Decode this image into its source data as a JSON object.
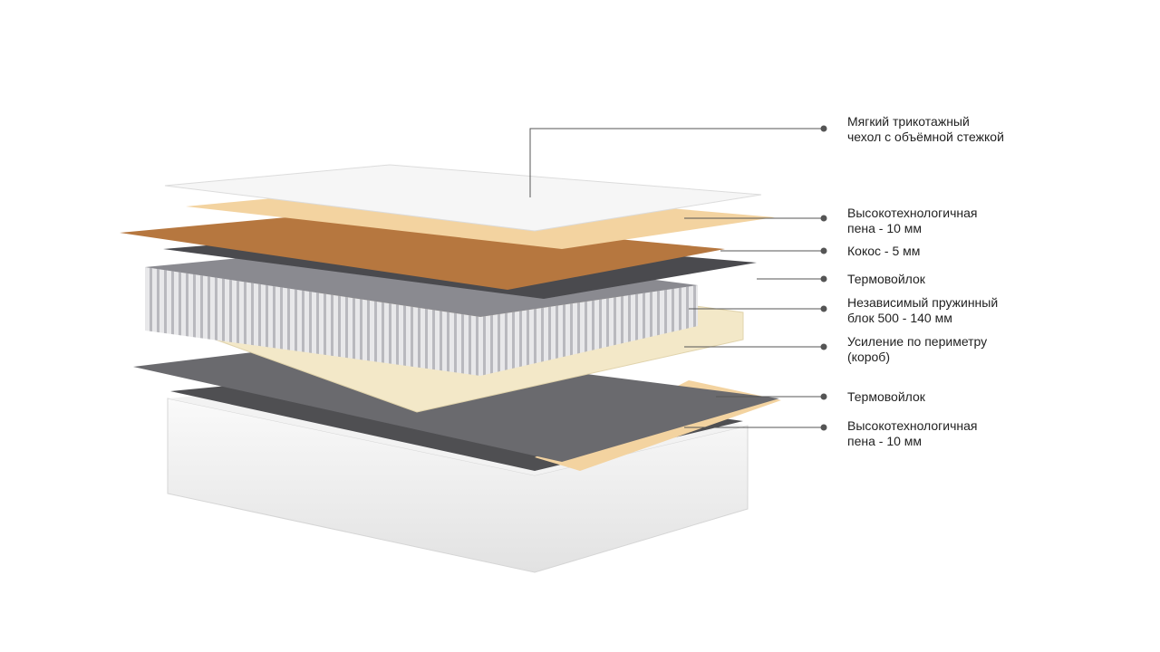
{
  "colors": {
    "cover": "#f4f4f4",
    "foam": "#f3d3a0",
    "coconut": "#b6773f",
    "felt": "#5e5e62",
    "spring": "#d9d9dc",
    "box": "#f3e8c8",
    "leader": "#555555"
  },
  "layers": [
    {
      "line1": "Мягкий трикотажный",
      "line2": "чехол с объёмной стежкой"
    },
    {
      "line1": "Высокотехнологичная",
      "line2": "пена - 10 мм"
    },
    {
      "line1": "Кокос - 5 мм",
      "line2": ""
    },
    {
      "line1": "Термовойлок",
      "line2": ""
    },
    {
      "line1": "Независимый пружинный",
      "line2": "блок 500 - 140 мм"
    },
    {
      "line1": "Усиление по периметру",
      "line2": "(короб)"
    },
    {
      "line1": "Термовойлок",
      "line2": ""
    },
    {
      "line1": "Высокотехнологичная",
      "line2": "пена - 10 мм"
    }
  ]
}
